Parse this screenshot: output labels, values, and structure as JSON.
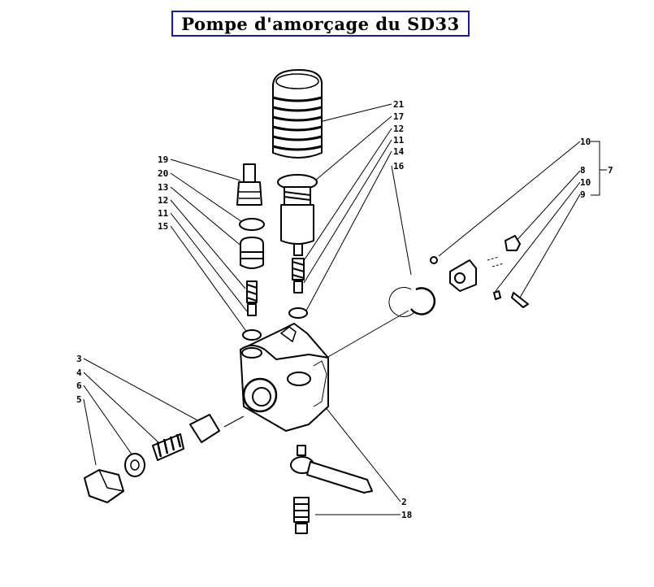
{
  "title": "Pompe d'amorçage du SD33",
  "labels": {
    "l21": "21",
    "l17": "17",
    "l12a": "12",
    "l11a": "11",
    "l14": "14",
    "l16": "16",
    "l10a": "10",
    "l8": "8",
    "l7": "7",
    "l10b": "10",
    "l9": "9",
    "l19": "19",
    "l20": "20",
    "l13": "13",
    "l12b": "12",
    "l11b": "11",
    "l15": "15",
    "l3": "3",
    "l4": "4",
    "l6": "6",
    "l5": "5",
    "l2": "2",
    "l18": "18"
  }
}
